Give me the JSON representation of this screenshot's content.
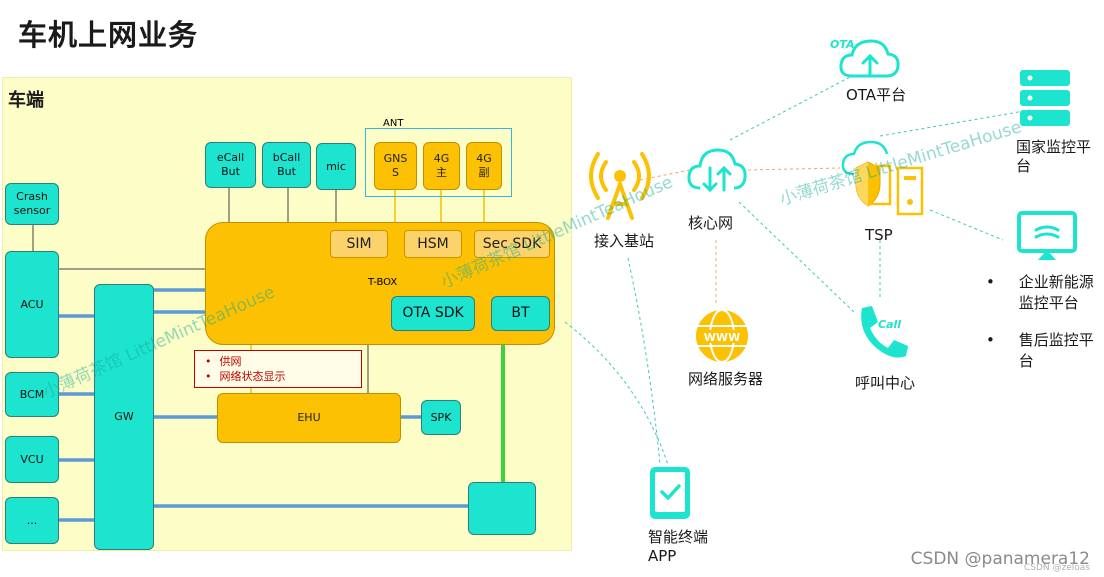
{
  "title": "车机上网业务",
  "vehicle_label": "车端",
  "blocks": {
    "crash": "Crash\nsensor",
    "acu": "ACU",
    "bcm": "BCM",
    "vcu": "VCU",
    "more": "...",
    "gw": "GW",
    "ecall": "eCall\nBut",
    "bcall": "bCall\nBut",
    "mic": "mic",
    "ant": "ANT",
    "gnss": "GNS\nS",
    "g4_main": "4G\n主",
    "g4_sub": "4G\n副",
    "sim": "SIM",
    "hsm": "HSM",
    "sec_sdk": "Sec SDK",
    "tbox": "T-BOX",
    "ota_sdk": "OTA SDK",
    "bt": "BT",
    "ehu": "EHU",
    "spk": "SPK"
  },
  "notes": [
    "供网",
    "网络状态显示"
  ],
  "cloud": {
    "ota_badge": "OTA",
    "ota_platform": "OTA平台",
    "base_station": "接入基站",
    "core_net": "核心网",
    "tsp": "TSP",
    "web_server": "网络服务器",
    "call_badge": "Call",
    "call_center": "呼叫中心",
    "national": "国家监控平\n台",
    "smart_app": "智能终端\nAPP",
    "www": "WWW"
  },
  "platforms": [
    "企业新能源\n监控平台",
    "售后监控平\n台"
  ],
  "watermarks": [
    "小薄荷茶馆 LittleMintTeaHouse",
    "小薄荷茶馆 LittleMintTeaHouse",
    "小薄荷茶馆 LittleMintTeaHouse"
  ],
  "footer": {
    "csdn": "CSDN @panamera12",
    "small": "CSDN @zeloas"
  },
  "colors": {
    "cyan": "#1de4cf",
    "gold": "#fbc102",
    "vehicle_bg": "#fdfdc8",
    "link_blue": "#5b9bd5",
    "link_green": "#3ed13e",
    "dash_cyan": "#3cc9b8",
    "dash_orange": "#f5a25d"
  }
}
